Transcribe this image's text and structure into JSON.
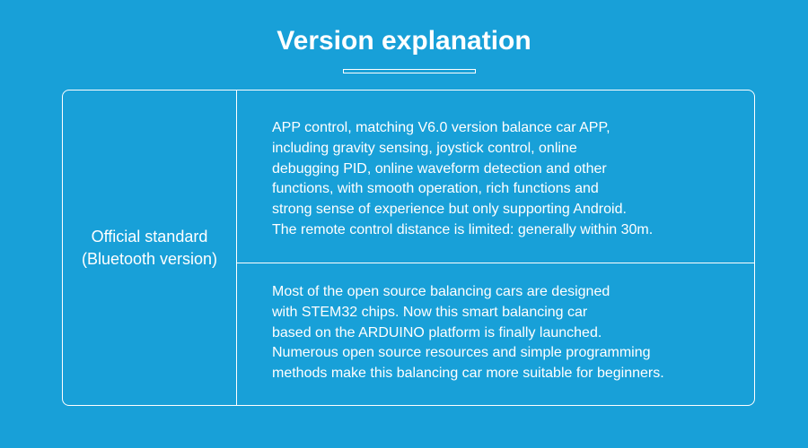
{
  "title": "Version explanation",
  "table": {
    "row_label": {
      "line1": "Official standard",
      "line2": "(Bluetooth version)"
    },
    "cells": [
      {
        "lines": [
          "APP control, matching V6.0 version balance car APP,",
          "including gravity sensing, joystick control, online",
          "debugging PID, online waveform detection and other",
          "functions, with smooth operation, rich functions and",
          "strong sense of experience but only supporting Android.",
          "The remote control distance is limited: generally within 30m."
        ]
      },
      {
        "lines": [
          "Most of the open source balancing cars are designed",
          "with STEM32 chips. Now this smart balancing car",
          "based on the ARDUINO platform is finally launched.",
          "Numerous open source resources and simple programming",
          "methods make this balancing car more suitable for beginners."
        ]
      }
    ]
  }
}
